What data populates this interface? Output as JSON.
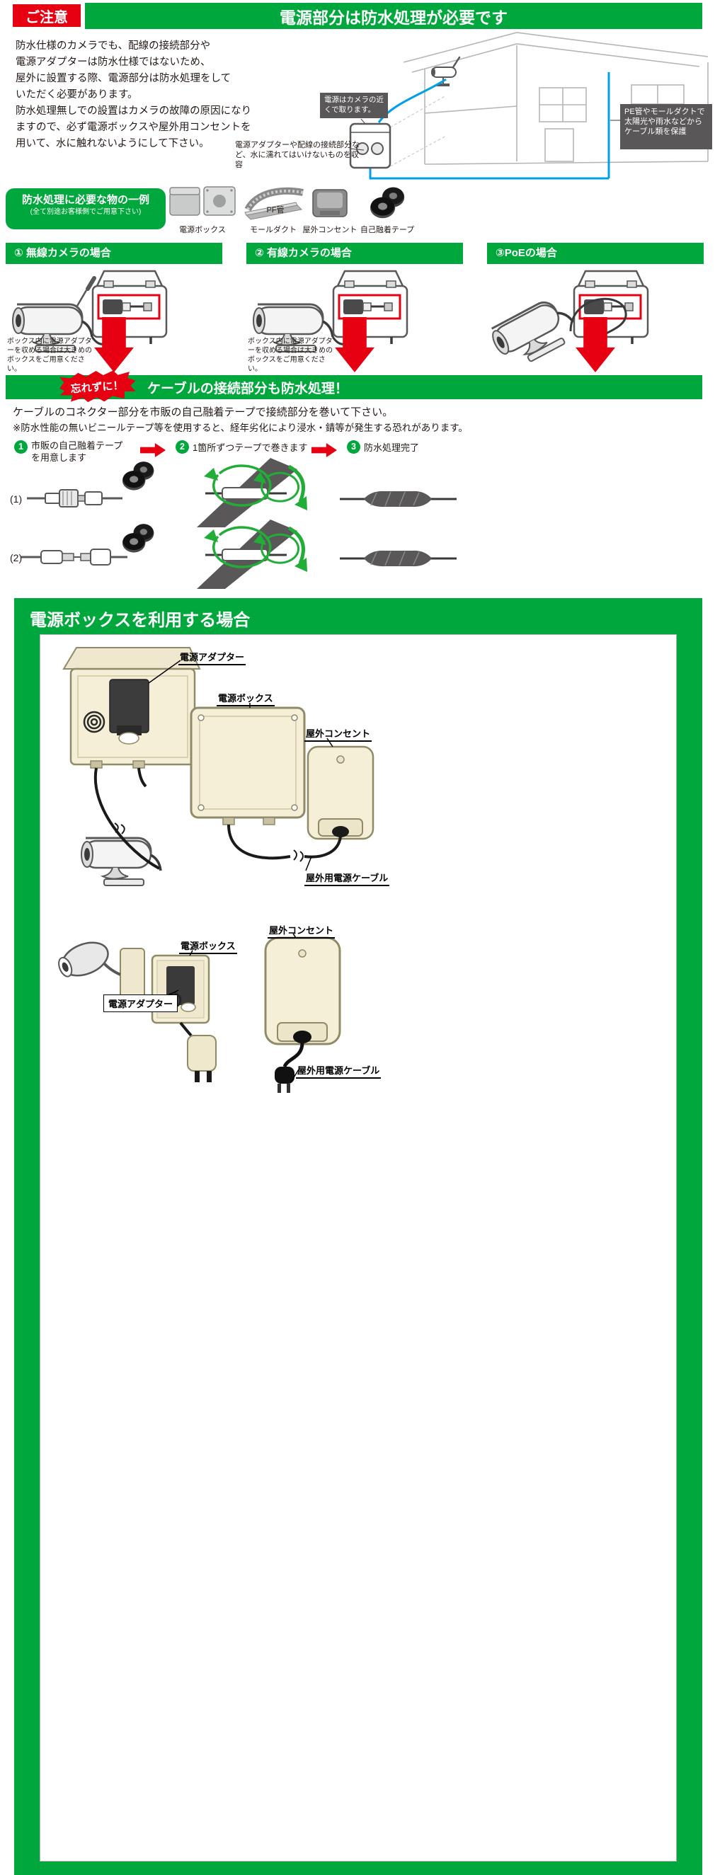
{
  "colors": {
    "green": "#00a73c",
    "red": "#e60012",
    "callout_gray": "#595757",
    "cable_blue": "#00a0e9",
    "box_beige": "#f5efd8"
  },
  "header": {
    "notice": "ご注意",
    "title": "電源部分は防水処理が必要です"
  },
  "intro": {
    "lines": [
      "防水仕様のカメラでも、配線の接続部分や",
      "電源アダプターは防水仕様ではないため、",
      "屋外に設置する際、電源部分は防水処理をして",
      "いただく必要があります。",
      "防水処理無しでの設置はカメラの故障の原因になり",
      "ますので、必ず電源ボックスや屋外用コンセントを",
      "用いて、水に触れないようにして下さい。"
    ],
    "callout_near": "電源はカメラの近くで取ります。",
    "callout_duct": "PE管やモールダクトで太陽光や雨水などからケーブル類を保護",
    "callout_housing": "電源アダプターや配線の接続部分など、水に濡れてはいけないものを収容"
  },
  "items": {
    "title": "防水処理に必要な物の一例",
    "subtitle": "(全て別途お客様側でご用意下さい)",
    "labels": [
      "電源ボックス",
      "PF管",
      "モールダクト",
      "屋外コンセント",
      "自己融着テープ"
    ]
  },
  "cases": {
    "c1": "① 無線カメラの場合",
    "c2": "② 有線カメラの場合",
    "c3": "③PoEの場合",
    "note": "ボックス内に電源アダプターを収める場合は大きめのボックスをご用意ください。"
  },
  "cable": {
    "burst": "忘れずに！",
    "title": "ケーブルの接続部分も防水処理！",
    "desc1": "ケーブルのコネクター部分を市販の自己融着テープで接続部分を巻いて下さい。",
    "desc2": "※防水性能の無いビニールテープ等を使用すると、経年劣化により浸水・錆等が発生する恐れがあります。",
    "steps": [
      {
        "n": "1",
        "l1": "市販の自己融着テープ",
        "l2": "を用意します"
      },
      {
        "n": "2",
        "l1": "1箇所ずつテープで巻きます",
        "l2": ""
      },
      {
        "n": "3",
        "l1": "防水処理完了",
        "l2": ""
      }
    ],
    "row1": "(1)",
    "row2": "(2)"
  },
  "powerbox": {
    "title": "電源ボックスを利用する場合",
    "s1": {
      "adapter": "電源アダプター",
      "box": "電源ボックス",
      "outlet": "屋外コンセント",
      "cable": "屋外用電源ケーブル"
    },
    "s2": {
      "outlet": "屋外コンセント",
      "box": "電源ボックス",
      "adapter": "電源アダプター",
      "cable": "屋外用電源ケーブル"
    }
  }
}
